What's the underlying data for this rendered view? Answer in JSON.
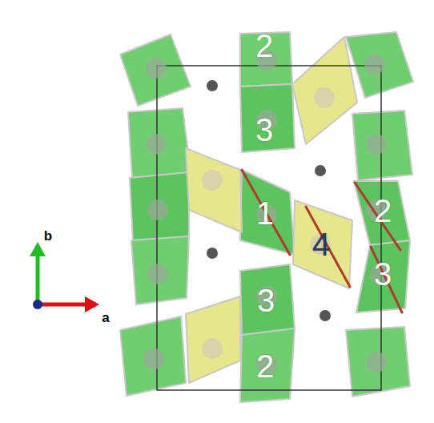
{
  "diagram": {
    "labels": [
      "2",
      "3",
      "1",
      "4",
      "2",
      "3",
      "3",
      "2",
      "b",
      "a"
    ]
  }
}
